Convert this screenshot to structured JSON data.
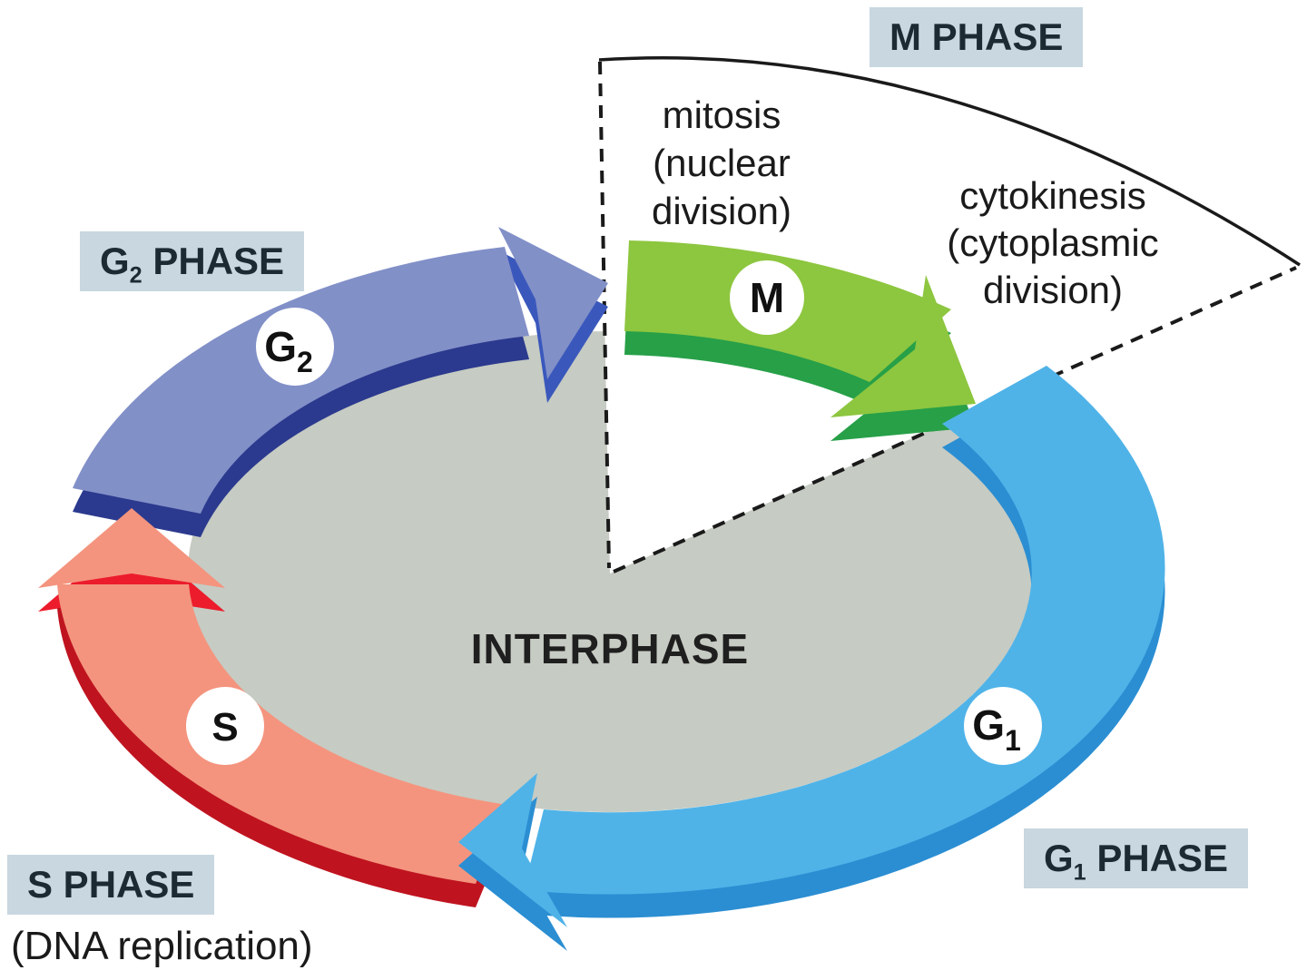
{
  "colors": {
    "background": "#ffffff",
    "interphase_fill": "#c6cbc3",
    "label_box_bg": "#c8d7e0",
    "label_text": "#1c2b33",
    "body_text": "#1a1a1a",
    "line": "#1a1a1a",
    "g2_top": "#8290c8",
    "g2_side": "#2b3a8e",
    "g2_head_side": "#3a58bc",
    "s_top": "#f4947e",
    "s_side": "#bf1420",
    "s_head_side": "#ec1c2c",
    "m_top": "#8dc63f",
    "m_side": "#27a048",
    "g1_top": "#4fb3e8",
    "g1_side": "#2b8ed2",
    "circle_fill": "#ffffff",
    "circle_text": "#111111"
  },
  "labels": {
    "m_phase_box": "M PHASE",
    "mitosis": {
      "line1": "mitosis",
      "line2": "(nuclear",
      "line3": "division)"
    },
    "cytokinesis": {
      "line1": "cytokinesis",
      "line2": "(cytoplasmic",
      "line3": "division)"
    },
    "g2_box": {
      "base": "G",
      "sub": "2",
      "rest": " PHASE"
    },
    "g1_box": {
      "base": "G",
      "sub": "1",
      "rest": " PHASE"
    },
    "s_box": {
      "title": "S PHASE",
      "subtitle": "(DNA replication)"
    },
    "interphase": "INTERPHASE"
  },
  "ring": {
    "g2": {
      "base": "G",
      "sub": "2"
    },
    "s": {
      "base": "S",
      "sub": ""
    },
    "g1": {
      "base": "G",
      "sub": "1"
    },
    "m": {
      "base": "M",
      "sub": ""
    }
  }
}
